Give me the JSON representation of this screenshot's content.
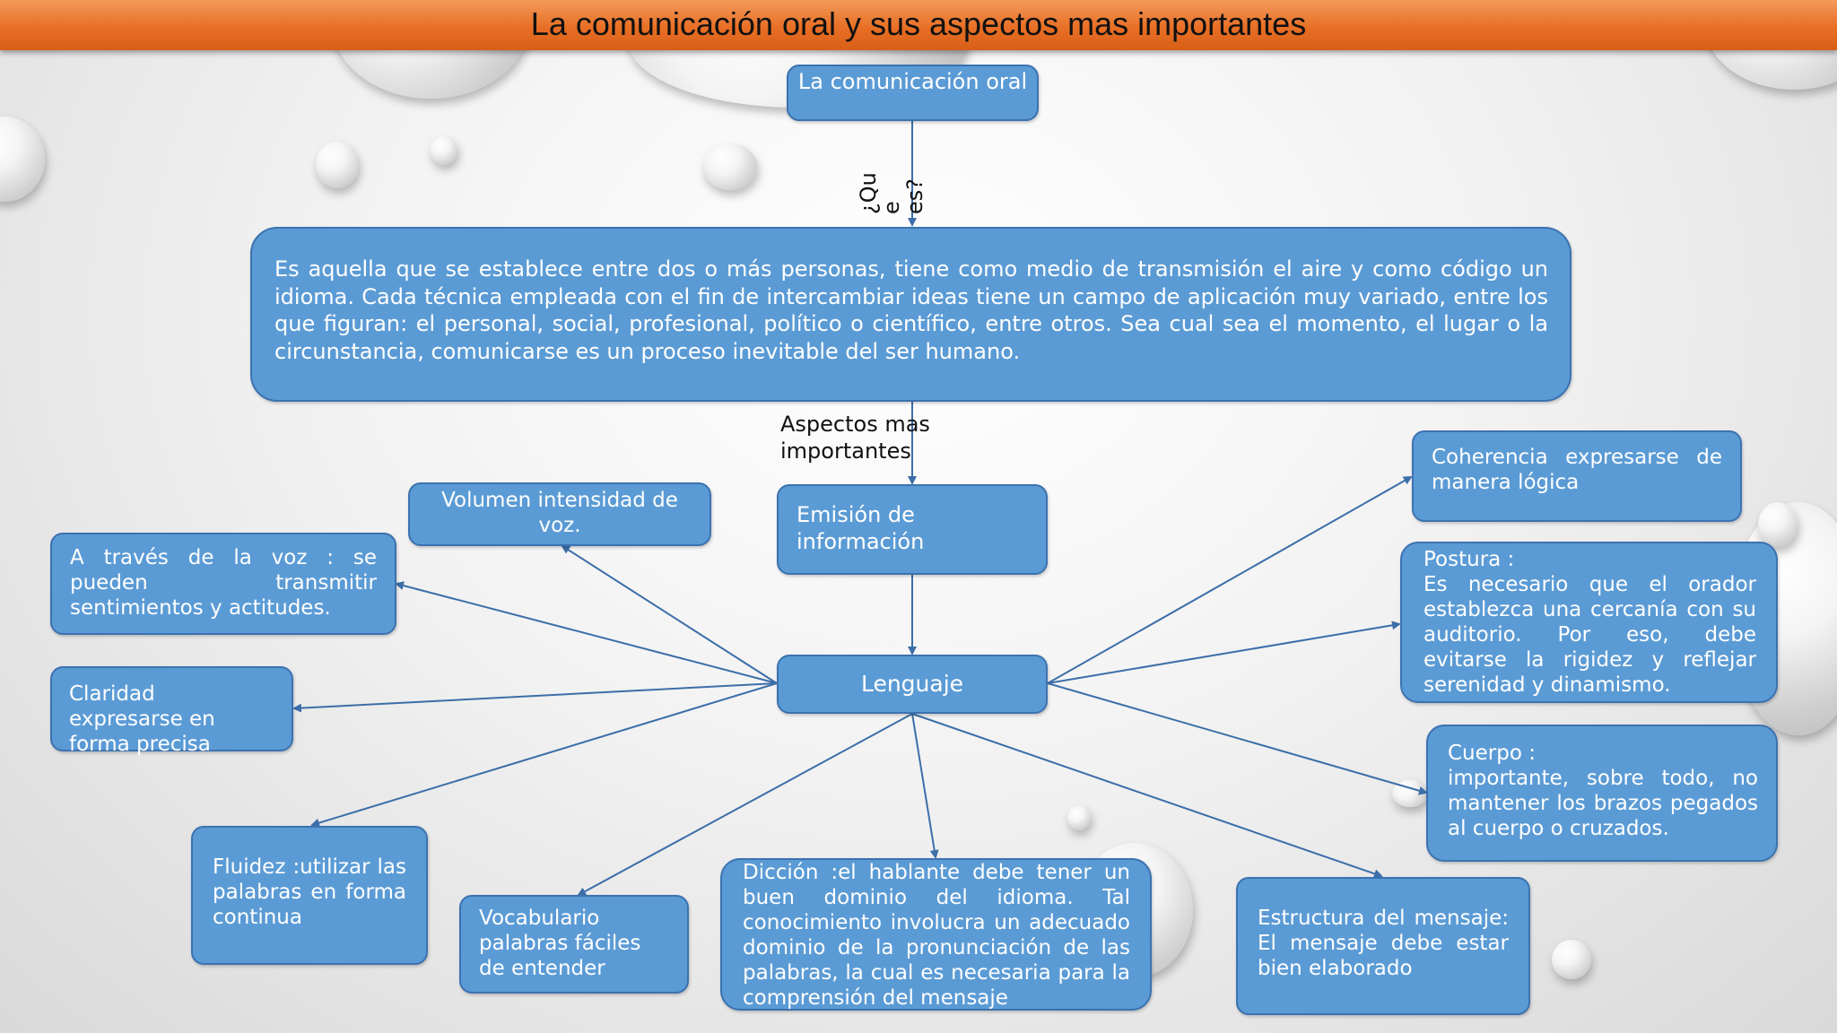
{
  "title": "La comunicación oral y sus aspectos mas importantes",
  "colors": {
    "title_bar": "#e8742a",
    "box_fill": "#5b9bd5",
    "box_border": "#3c72b0",
    "connector": "#3c6ea8"
  },
  "nodes": {
    "root": "La comunicación oral",
    "definition": "Es aquella que se establece entre dos o más personas, tiene como medio de transmisión el aire y como código un idioma. Cada técnica empleada con el fin de intercambiar ideas tiene un campo de aplicación muy variado, entre los que figuran: el personal, social, profesional, político o científico, entre otros. Sea cual sea el momento, el lugar o la circunstancia, comunicarse es un proceso inevitable del ser humano.",
    "emision": "Emisión de información",
    "lenguaje": "Lenguaje",
    "volumen": "Volumen intensidad de voz.",
    "voz": "A través de la voz : se pueden transmitir sentimientos y actitudes.",
    "claridad": "Claridad expresarse en forma precisa",
    "fluidez": "Fluidez :utilizar las palabras en forma continua",
    "vocabulario": "Vocabulario palabras fáciles de entender",
    "diccion": "Dicción :el hablante debe tener un buen dominio del idioma. Tal conocimiento involucra un adecuado dominio de la pronunciación de las palabras, la cual es necesaria para la comprensión del mensaje",
    "estructura": "Estructura del mensaje: El mensaje debe estar bien elaborado",
    "coherencia": "Coherencia expresarse de manera lógica",
    "postura_title": "Postura :",
    "postura_body": "Es necesario que el orador establezca una cercanía con su auditorio. Por eso, debe evitarse la rigidez y reflejar serenidad y dinamismo.",
    "cuerpo_title": "Cuerpo :",
    "cuerpo_body": "importante, sobre todo, no mantener los brazos pegados al cuerpo o cruzados."
  },
  "edge_labels": {
    "que_es": "¿Que es?",
    "aspectos": "Aspectos mas importantes"
  }
}
